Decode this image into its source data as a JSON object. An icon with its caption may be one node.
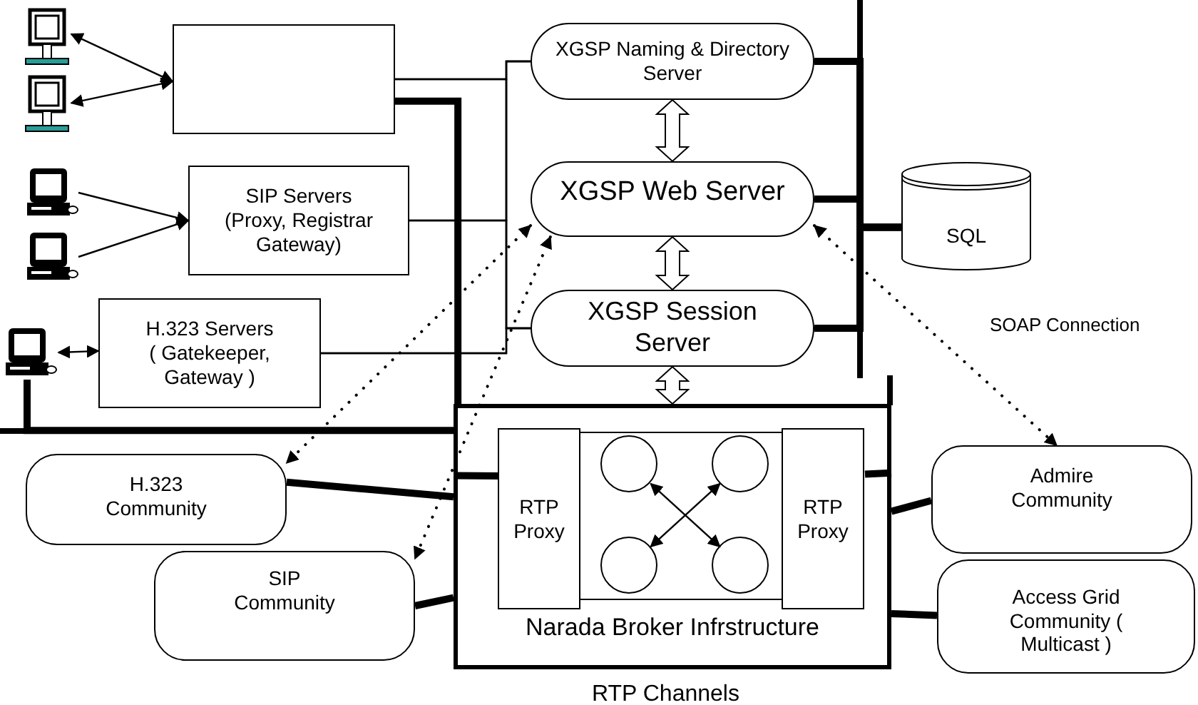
{
  "diagram": {
    "nodes": [
      {
        "text": [],
        "shape": "picture"
      },
      {
        "text": [],
        "shape": "picture"
      },
      {
        "text": [],
        "shape": "box"
      },
      {
        "text": [],
        "shape": "picture"
      },
      {
        "text": [],
        "shape": "picture"
      },
      {
        "text": [
          "SIP Servers",
          "(Proxy, Registrar Gateway)"
        ]
      },
      {
        "text": [],
        "shape": "picture"
      },
      {
        "text": [
          "H.323 Servers",
          "( Gatekeeper, Gateway )"
        ]
      },
      {
        "text": [
          "XGSP Naming & Directory Server"
        ]
      },
      {
        "text": [
          "XGSP Web Server"
        ]
      },
      {
        "text": [
          "XGSP Session Server"
        ]
      },
      {
        "text": [
          "SQL"
        ]
      },
      {
        "text": [
          "Narada Broker Infrstructure"
        ]
      },
      {
        "text": [
          "RTP Proxy"
        ],
        "in": 12
      },
      {
        "text": [],
        "shape": "circle",
        "in": 12
      },
      {
        "text": [],
        "shape": "circle",
        "in": 12
      },
      {
        "text": [],
        "shape": "circle",
        "in": 12
      },
      {
        "text": [],
        "shape": "circle",
        "in": 12
      },
      {
        "text": [
          "RTP Proxy"
        ],
        "in": 12
      },
      {
        "text": [
          "H.323 Community"
        ]
      },
      {
        "text": [
          "SIP Community"
        ]
      },
      {
        "text": [
          "Admire Community"
        ]
      },
      {
        "text": [
          "Access Grid Community ( Multicast )"
        ]
      }
    ],
    "edges": [
      {
        "from": 0,
        "to": 2,
        "arrow": "both"
      },
      {
        "from": 1,
        "to": 2,
        "arrow": "both"
      },
      {
        "from": 3,
        "to": 5,
        "arrow": "to"
      },
      {
        "from": 4,
        "to": 5,
        "arrow": "to"
      },
      {
        "from": 6,
        "to": 7,
        "arrow": "both"
      },
      {
        "from": 2,
        "to": 8,
        "arrow": "none"
      },
      {
        "from": 2,
        "to": 10,
        "arrow": "none"
      },
      {
        "from": 5,
        "to": 8,
        "arrow": "none"
      },
      {
        "from": 5,
        "to": 10,
        "arrow": "none"
      },
      {
        "from": 7,
        "to": 8,
        "arrow": "none"
      },
      {
        "from": 7,
        "to": 10,
        "arrow": "none"
      },
      {
        "from": 8,
        "to": 9,
        "arrow": "both",
        "style": "thick"
      },
      {
        "from": 9,
        "to": 10,
        "arrow": "both",
        "style": "thick"
      },
      {
        "from": 10,
        "to": 12,
        "arrow": "both",
        "style": "thick"
      },
      {
        "from": 9,
        "to": 19,
        "arrow": "both",
        "style": "dashed"
      },
      {
        "from": 9,
        "to": 20,
        "arrow": "both",
        "style": "dashed"
      },
      {
        "from": 9,
        "to": 21,
        "arrow": "both",
        "style": "dashed"
      },
      {
        "from": 2,
        "to": 12,
        "arrow": "none",
        "style": "thick"
      },
      {
        "from": 6,
        "to": 12,
        "arrow": "none",
        "style": "thick"
      },
      {
        "from": 19,
        "to": 12,
        "arrow": "none",
        "style": "thick"
      },
      {
        "from": 20,
        "to": 12,
        "arrow": "none",
        "style": "thick"
      },
      {
        "from": 12,
        "to": 13,
        "arrow": "none",
        "style": "thick"
      },
      {
        "from": 18,
        "to": 12,
        "arrow": "none",
        "style": "thick"
      },
      {
        "from": 21,
        "to": 12,
        "arrow": "none",
        "style": "thick"
      },
      {
        "from": 22,
        "to": 12,
        "arrow": "none",
        "style": "thick"
      },
      {
        "from": 8,
        "to": 11,
        "arrow": "none",
        "style": "thick"
      },
      {
        "from": 9,
        "to": 11,
        "arrow": "none",
        "style": "thick"
      },
      {
        "from": 10,
        "to": 11,
        "arrow": "none",
        "style": "thick"
      },
      {
        "from": 14,
        "to": 17,
        "arrow": "both"
      },
      {
        "from": 15,
        "to": 16,
        "arrow": "both"
      }
    ],
    "labels": [
      "SOAP Connection",
      "RTP Channels"
    ]
  }
}
